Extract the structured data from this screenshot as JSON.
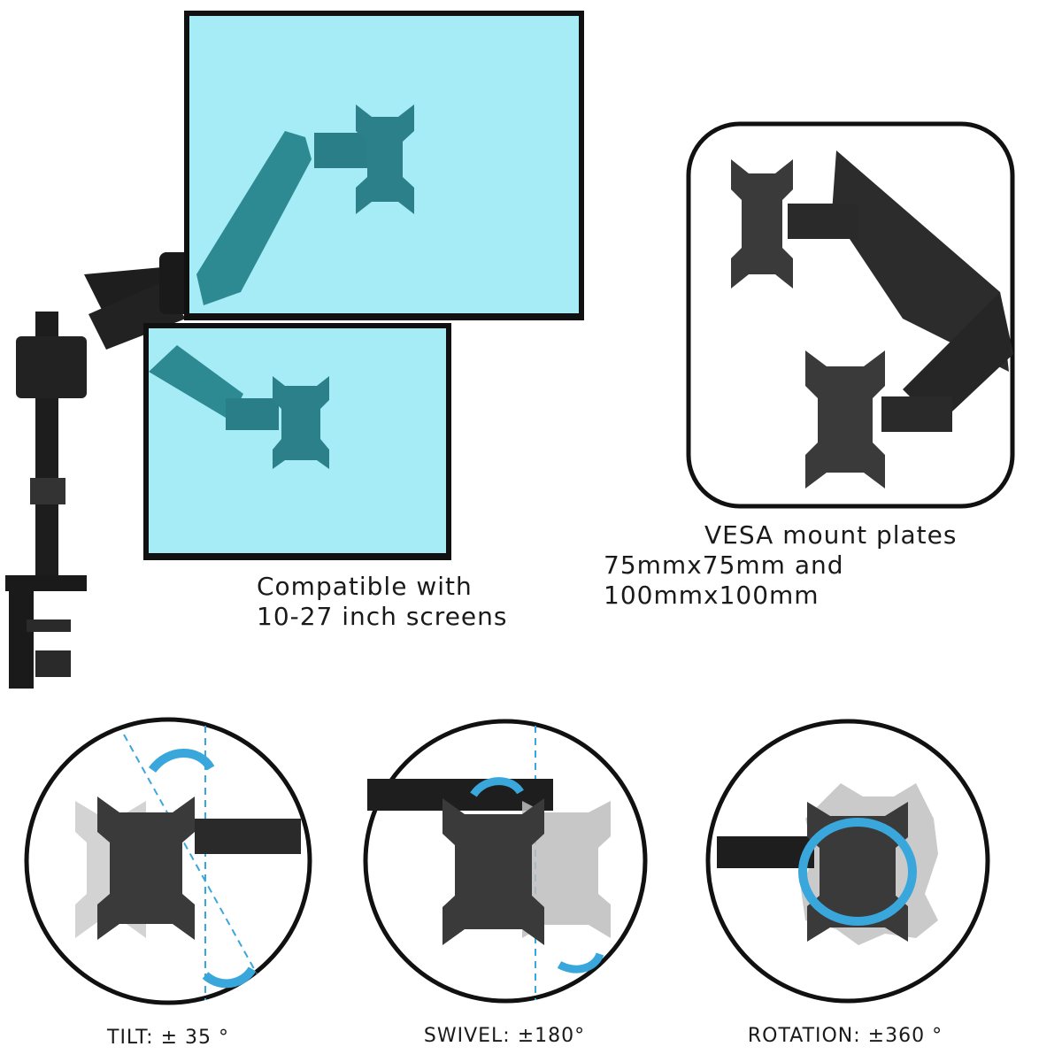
{
  "captions": {
    "compat_line1": "Compatible with",
    "compat_line2": "10-27 inch screens",
    "vesa_line1": "VESA mount plates",
    "vesa_line2": "75mmx75mm and 100mmx100mm"
  },
  "feature_labels": {
    "tilt": "TILT: ± 35 °",
    "swivel": "SWIVEL: ±180°",
    "rotation": "ROTATION: ±360 °"
  },
  "colors": {
    "screen": "#a6ecf7",
    "screen_arm": "#2d8a93",
    "metal": "#2a2a2a",
    "arrow": "#3aa7dc",
    "frame": "#111111"
  }
}
